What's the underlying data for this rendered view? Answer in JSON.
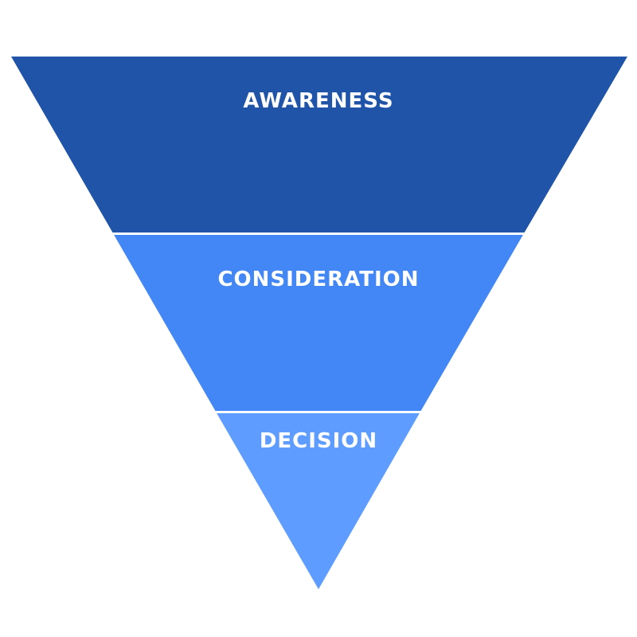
{
  "funnel": {
    "stages": [
      {
        "label": "AWARENESS",
        "color": "#1F54A8"
      },
      {
        "label": "CONSIDERATION",
        "color": "#4287F5"
      },
      {
        "label": "DECISION",
        "color": "#5E9DFF"
      }
    ],
    "divider_color": "#ffffff",
    "background": "#ffffff"
  }
}
